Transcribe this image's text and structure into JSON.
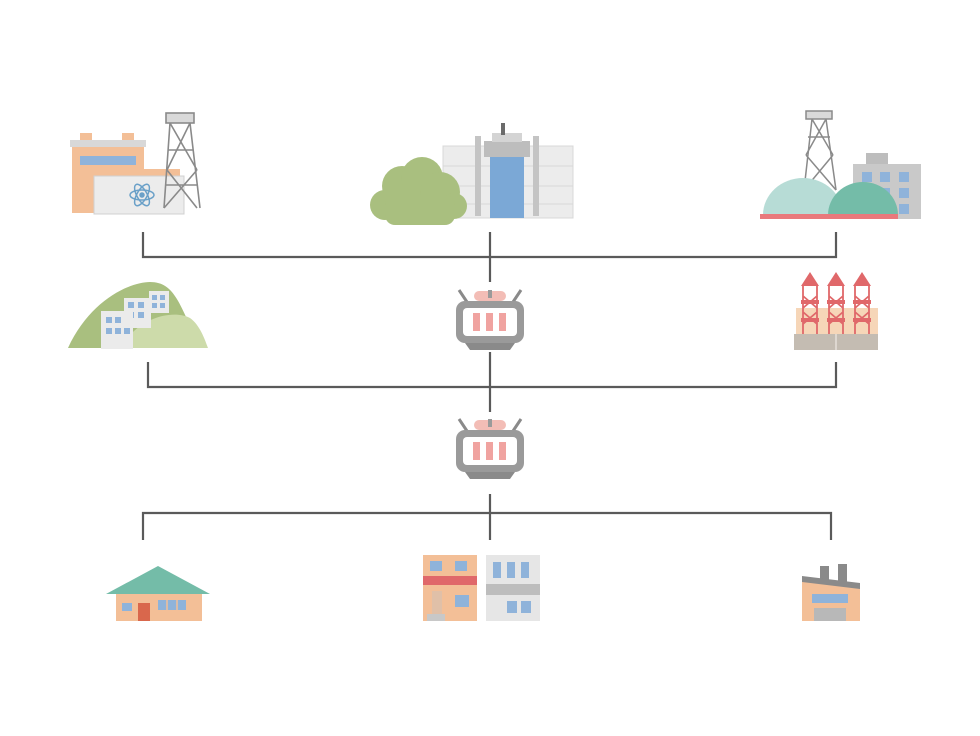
{
  "diagram": {
    "labels": [],
    "nodes": {
      "top_row": [
        {
          "id": "nuclear-plant",
          "icon": "nuclear-power-plant-icon"
        },
        {
          "id": "hydro-dam",
          "icon": "hydroelectric-dam-icon"
        },
        {
          "id": "thermal-plant",
          "icon": "lng-thermal-power-plant-icon"
        }
      ],
      "middle_row": [
        {
          "id": "hillside-buildings",
          "icon": "hillside-buildings-icon"
        },
        {
          "id": "substation-primary",
          "icon": "transformer-icon"
        },
        {
          "id": "industrial-complex",
          "icon": "chimney-factory-icon"
        }
      ],
      "distribution": {
        "id": "substation-distribution",
        "icon": "transformer-icon"
      },
      "bottom_row": [
        {
          "id": "house",
          "icon": "house-icon"
        },
        {
          "id": "shops-offices",
          "icon": "shops-and-offices-icon"
        },
        {
          "id": "small-factory",
          "icon": "small-factory-icon"
        }
      ]
    },
    "colors": {
      "line": "#5a5a5a",
      "peach": "#f3bf97",
      "blue": "#8fb3da",
      "grey": "#c8c8c8",
      "green": "#a9bf7f",
      "teal": "#74bca8",
      "red": "#e0686a"
    }
  }
}
